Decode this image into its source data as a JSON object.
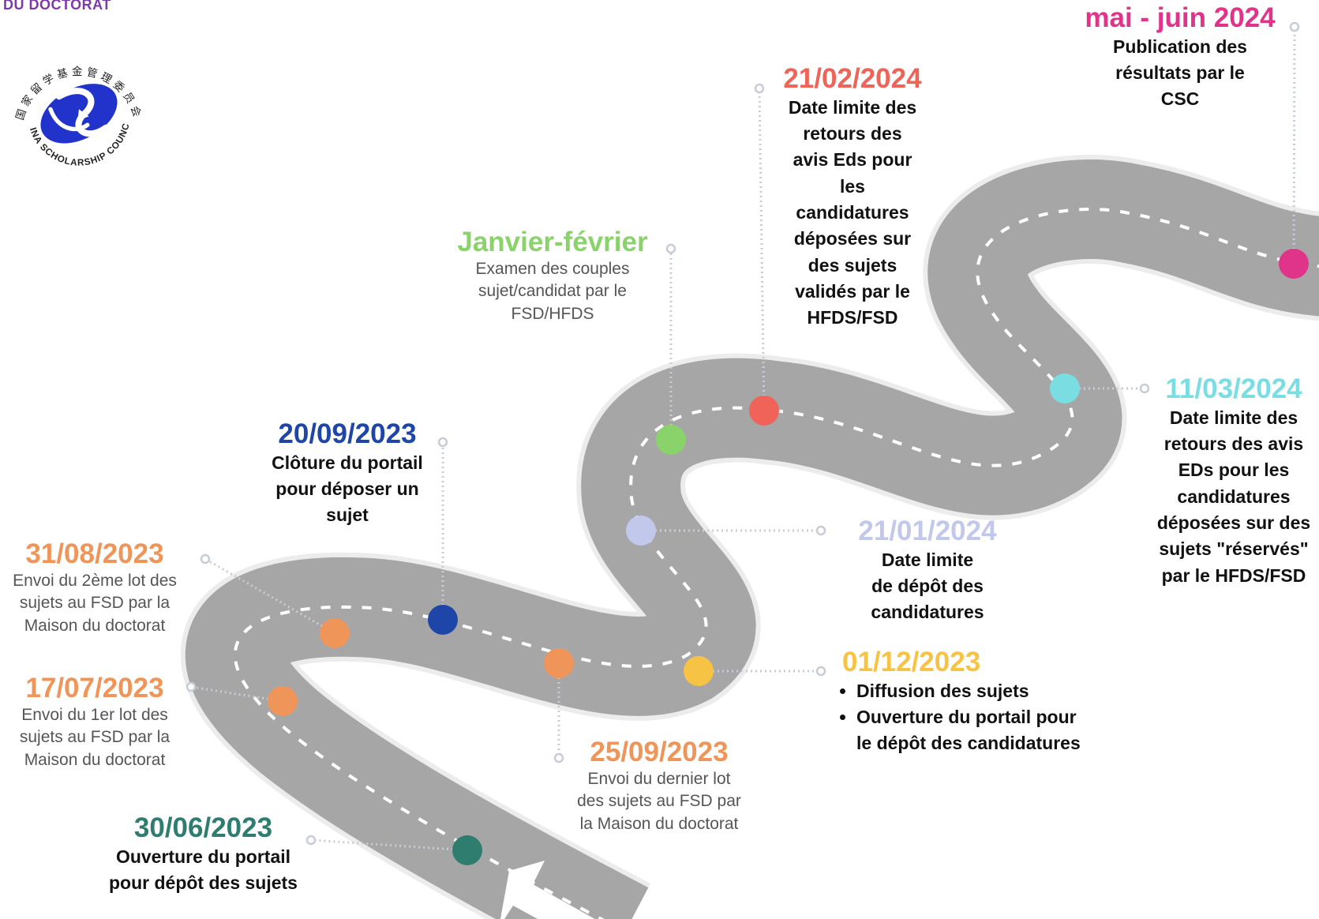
{
  "header": {
    "title": "DU DOCTORAT"
  },
  "logo": {
    "name": "CHINA SCHOLARSHIP COUNCIL",
    "chinese": "国家留学基金管理委员会",
    "color": "#2030c8"
  },
  "colors": {
    "road": "#a6a6a6",
    "road_edge": "#ececec",
    "dash": "#ffffff",
    "connector": "#c7ccd6"
  },
  "milestones": [
    {
      "id": "m1",
      "date": "30/06/2023",
      "color": "#2e7d6e",
      "desc_style": "bold",
      "lines": [
        "Ouverture du portail",
        "pour dépôt des sujets"
      ]
    },
    {
      "id": "m2",
      "date": "17/07/2023",
      "color": "#f0955a",
      "desc_style": "regular",
      "lines": [
        "Envoi du 1er lot des",
        "sujets au FSD par la",
        "Maison du doctorat"
      ]
    },
    {
      "id": "m3",
      "date": "31/08/2023",
      "color": "#f0955a",
      "desc_style": "regular",
      "lines": [
        "Envoi du 2ème lot des",
        "sujets au FSD par la",
        "Maison du doctorat"
      ]
    },
    {
      "id": "m4",
      "date": "20/09/2023",
      "color": "#1e45a8",
      "desc_style": "bold",
      "lines": [
        "Clôture du portail",
        "pour déposer un",
        "sujet"
      ]
    },
    {
      "id": "m5",
      "date": "25/09/2023",
      "color": "#f0955a",
      "desc_style": "regular",
      "lines": [
        "Envoi du dernier lot",
        "des sujets au FSD par",
        "la Maison du doctorat"
      ]
    },
    {
      "id": "m6",
      "date": "01/12/2023",
      "color": "#f6c344",
      "desc_style": "list",
      "lines": [
        "Diffusion des sujets",
        "Ouverture du portail pour le dépôt des candidatures"
      ]
    },
    {
      "id": "m7",
      "date": "21/01/2024",
      "color": "#c2c8ec",
      "desc_style": "bold",
      "lines": [
        "Date limite",
        "de dépôt des",
        "candidatures"
      ]
    },
    {
      "id": "m8",
      "date": "Janvier-février",
      "color": "#8ad36a",
      "desc_style": "regular",
      "lines": [
        "Examen des couples",
        "sujet/candidat par le",
        "FSD/HFDS"
      ]
    },
    {
      "id": "m9",
      "date": "21/02/2024",
      "color": "#ef6358",
      "desc_style": "bold",
      "lines": [
        "Date limite des",
        "retours des",
        "avis Eds pour",
        "les",
        "candidatures",
        "déposées sur",
        "des sujets",
        "validés par le",
        "HFDS/FSD"
      ]
    },
    {
      "id": "m10",
      "date": "11/03/2024",
      "color": "#79dde2",
      "desc_style": "bold",
      "lines": [
        "Date limite des",
        "retours des avis",
        "EDs pour les",
        "candidatures",
        "déposées sur des",
        "sujets \"réservés\"",
        "par le HFDS/FSD"
      ]
    },
    {
      "id": "m11",
      "date": "mai - juin 2024",
      "color": "#e0348b",
      "desc_style": "bold",
      "lines": [
        "Publication des",
        "résultats par le",
        "CSC"
      ]
    }
  ]
}
